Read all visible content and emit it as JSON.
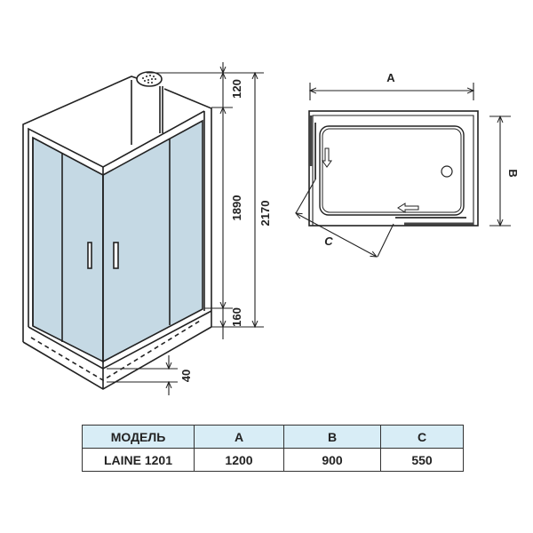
{
  "colors": {
    "glass": "#c5d9e4",
    "line": "#222222",
    "table_header": "#d8edf6"
  },
  "cabin_dimensions": {
    "top": "120",
    "middle": "1890",
    "bottom": "160",
    "total": "2170",
    "tray": "40"
  },
  "plan_labels": {
    "a": "A",
    "b": "B",
    "c": "C"
  },
  "table": {
    "headers": [
      "МОДЕЛЬ",
      "A",
      "B",
      "C"
    ],
    "rows": [
      [
        "LAINE 1201",
        "1200",
        "900",
        "550"
      ]
    ]
  }
}
